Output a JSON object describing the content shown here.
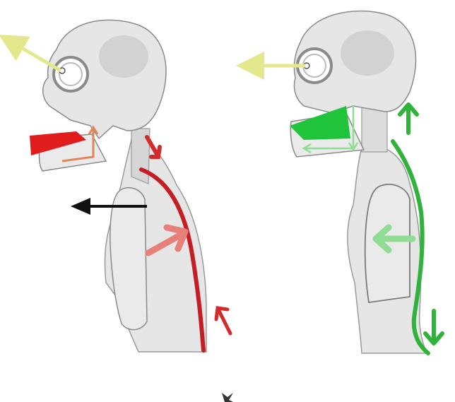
{
  "figures": [
    {
      "id": "bad-posture",
      "label": "",
      "accent": "#d42a2a",
      "arrow_soft": "#e8807a"
    },
    {
      "id": "good-posture",
      "label": "",
      "accent": "#2fb33a",
      "arrow_soft": "#8fdc92"
    }
  ],
  "colors": {
    "skin": "#e6e6e6",
    "skin_shade": "#d0d0d0",
    "outline": "#8a8a8a",
    "gaze_arrow": "#e4e88c",
    "push_arrow": "#111111",
    "jaw_line_bad": "#e0875a"
  },
  "icons": [
    "eye-icon",
    "gaze-arrow-icon",
    "forward-arrow-icon",
    "spine-line",
    "muscle-wedge"
  ]
}
